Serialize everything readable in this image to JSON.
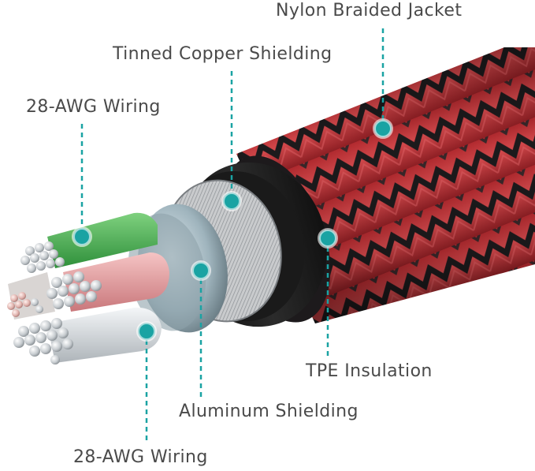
{
  "callouts": {
    "nylon_braided_jacket": "Nylon Braided Jacket",
    "tinned_copper_shielding": "Tinned Copper Shielding",
    "wiring_top": "28-AWG Wiring",
    "tpe_insulation": "TPE Insulation",
    "aluminum_shielding": "Aluminum Shielding",
    "wiring_bottom": "28-AWG Wiring"
  },
  "colors": {
    "callout_accent": "#1aa3a3",
    "label_text": "#4a4a4a",
    "jacket_red": "#c4383c",
    "jacket_black": "#1c1a1c",
    "tpe_black": "#151515",
    "copper_silver": "#c9cbcd",
    "aluminum_foil": "#9fb4bd",
    "wire_green": "#3fae4a",
    "wire_pink": "#e39a9d",
    "wire_white": "#dfe3e6"
  }
}
